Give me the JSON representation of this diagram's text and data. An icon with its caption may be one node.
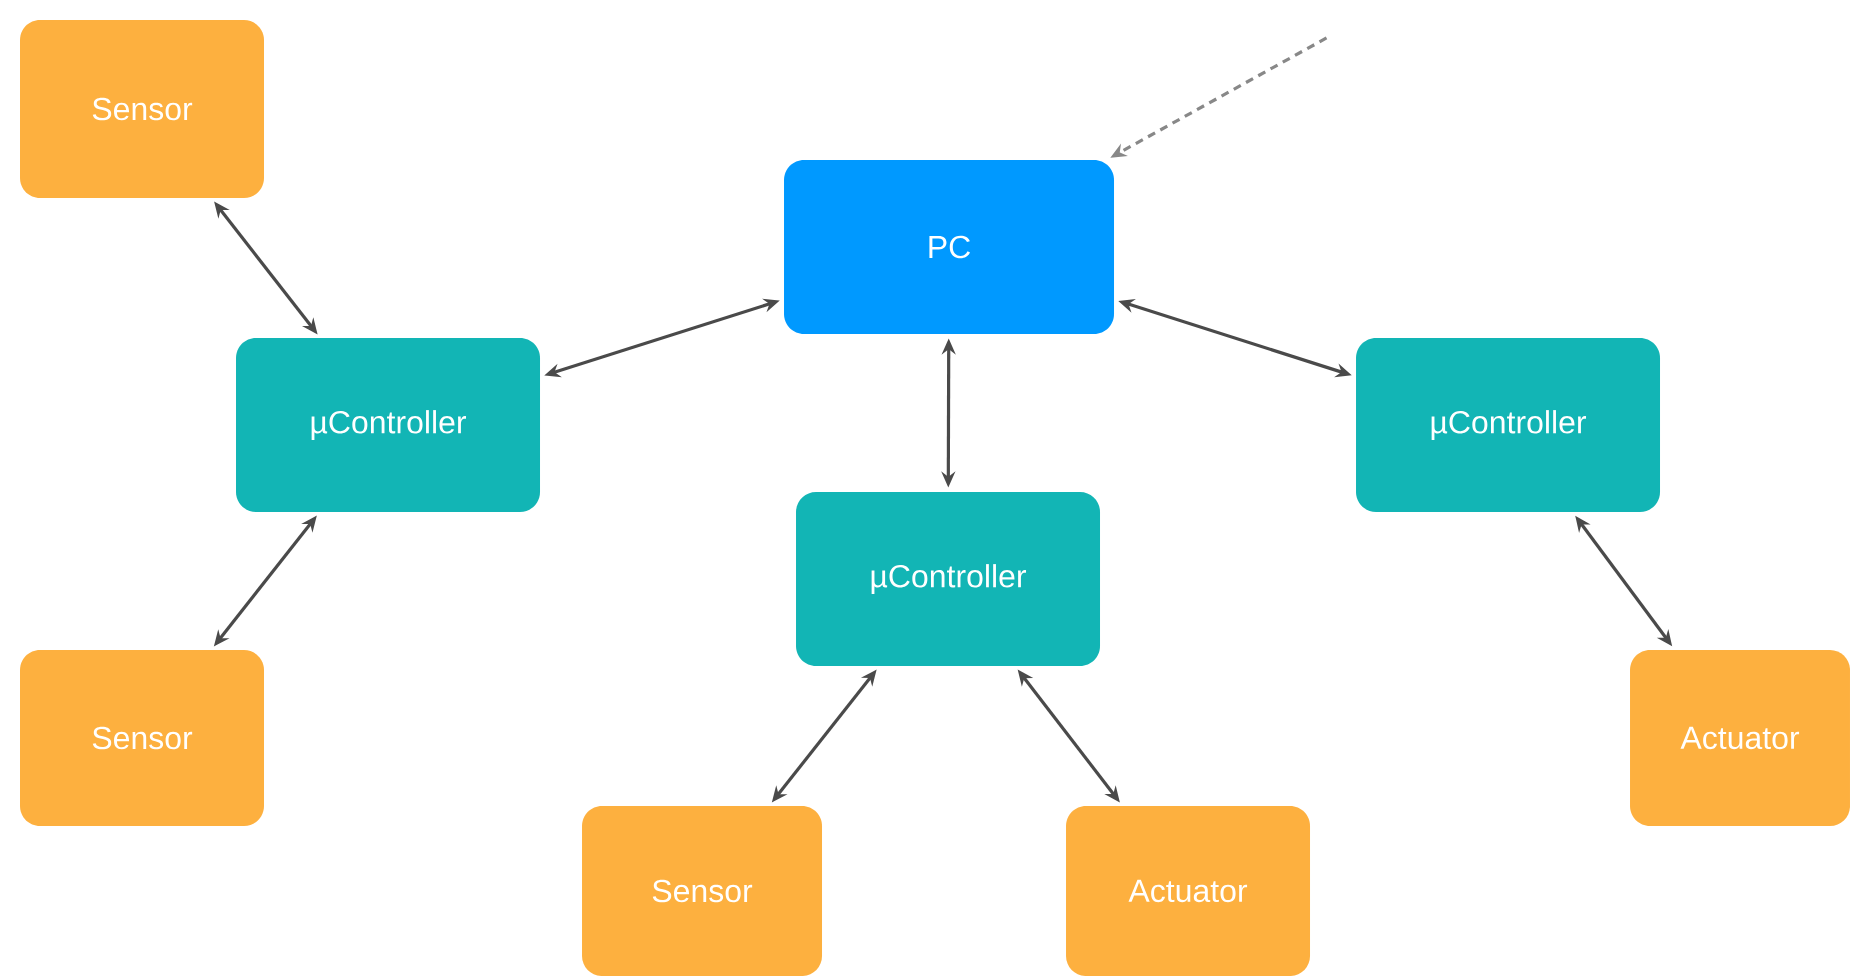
{
  "diagram": {
    "nodes": [
      {
        "text": [
          "Sensor"
        ]
      },
      {
        "text": [
          "PC"
        ]
      },
      {
        "text": [
          "µController"
        ]
      },
      {
        "text": [
          "µController"
        ]
      },
      {
        "text": [
          "µController"
        ]
      },
      {
        "text": [
          "Sensor"
        ]
      },
      {
        "text": [
          "Actuator"
        ]
      },
      {
        "text": [
          "Sensor"
        ]
      },
      {
        "text": [
          "Actuator"
        ]
      }
    ],
    "edges": [
      {
        "from": 0,
        "to": 2,
        "arrow": "both"
      },
      {
        "from": 2,
        "to": 1,
        "arrow": "both"
      },
      {
        "from": 1,
        "to": 4,
        "arrow": "both"
      },
      {
        "from": 1,
        "to": 3,
        "arrow": "both"
      },
      {
        "from": 2,
        "to": 5,
        "arrow": "both"
      },
      {
        "from": 3,
        "to": 6,
        "arrow": "both"
      },
      {
        "from": 4,
        "to": 7,
        "arrow": "both"
      },
      {
        "from": 4,
        "to": 8,
        "arrow": "both"
      },
      {
        "from": null,
        "to": 1,
        "arrow": "to",
        "style": "dashed",
        "color": "#888888"
      }
    ]
  }
}
